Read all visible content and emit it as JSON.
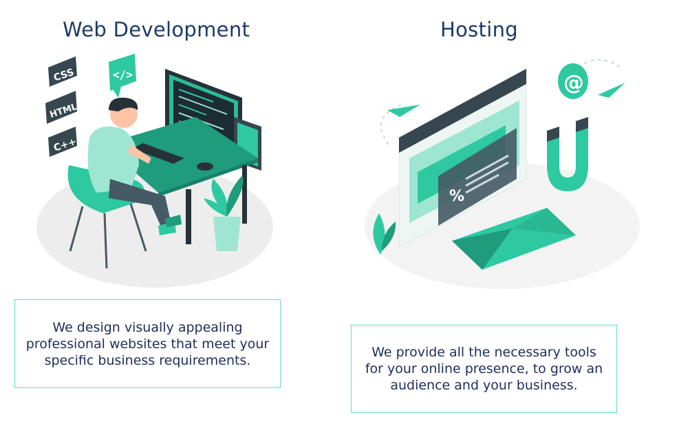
{
  "services": [
    {
      "title": "Web Development",
      "description": "We design visually appealing professional websites that meet your specific business requirements.",
      "illustration_icon": "developer-at-desk-illustration",
      "labels": [
        "CSS",
        "HTML",
        "C++"
      ]
    },
    {
      "title": "Hosting",
      "description": "We provide all the necessary tools for your online presence, to grow an audience and your business.",
      "illustration_icon": "hosting-browser-magnet-envelope-illustration",
      "labels": [
        "%"
      ]
    }
  ],
  "colors": {
    "accent": "#2ec9a0",
    "accent_dark": "#1f9c7c",
    "heading": "#1b3a67",
    "body_text": "#1e2d5a",
    "border": "#5fe3bd"
  }
}
